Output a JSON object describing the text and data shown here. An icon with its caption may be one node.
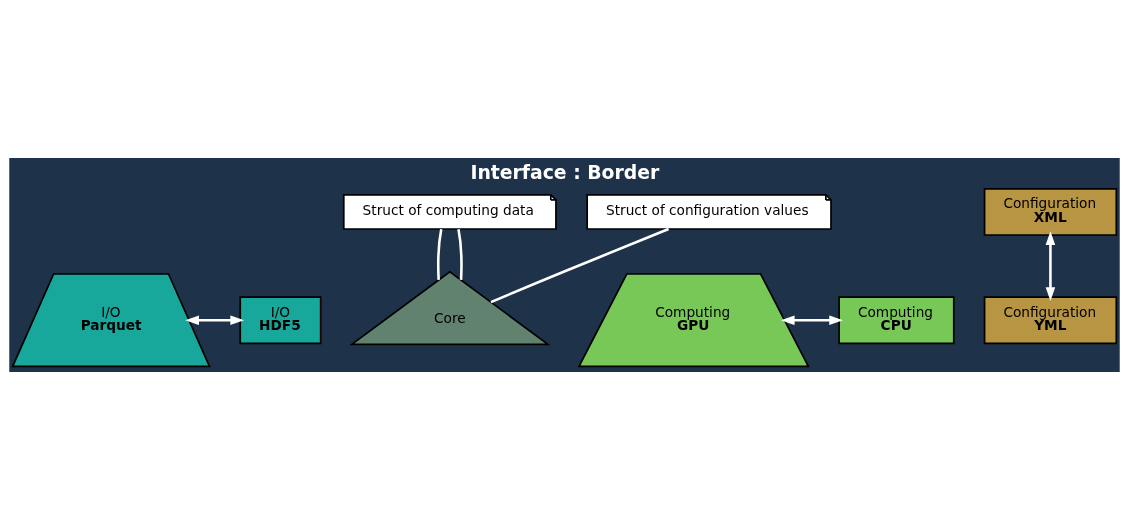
{
  "diagram": {
    "title": "Interface : Border",
    "nodes": [
      {
        "text": [
          "I/O",
          "Parquet"
        ]
      },
      {
        "text": [
          "I/O",
          "HDF5"
        ]
      },
      {
        "text": [
          "Core"
        ]
      },
      {
        "text": [
          "Computing",
          "CPU"
        ]
      },
      {
        "text": [
          "Computing",
          "GPU"
        ]
      },
      {
        "text": [
          "Struct of computing data"
        ]
      },
      {
        "text": [
          "Configuration",
          "XML"
        ]
      },
      {
        "text": [
          "Struct of configuration values"
        ]
      },
      {
        "text": [
          "Configuration",
          "YML"
        ]
      }
    ],
    "edges": [
      {
        "from": 0,
        "to": 1,
        "arrow": "both"
      },
      {
        "from": 4,
        "to": 3,
        "arrow": "both"
      },
      {
        "from": 6,
        "to": 8,
        "arrow": "both"
      },
      {
        "from": 5,
        "to": 2,
        "arrow": "none"
      },
      {
        "from": 5,
        "to": 2,
        "arrow": "none"
      },
      {
        "from": 7,
        "to": 2,
        "arrow": "none"
      }
    ]
  }
}
